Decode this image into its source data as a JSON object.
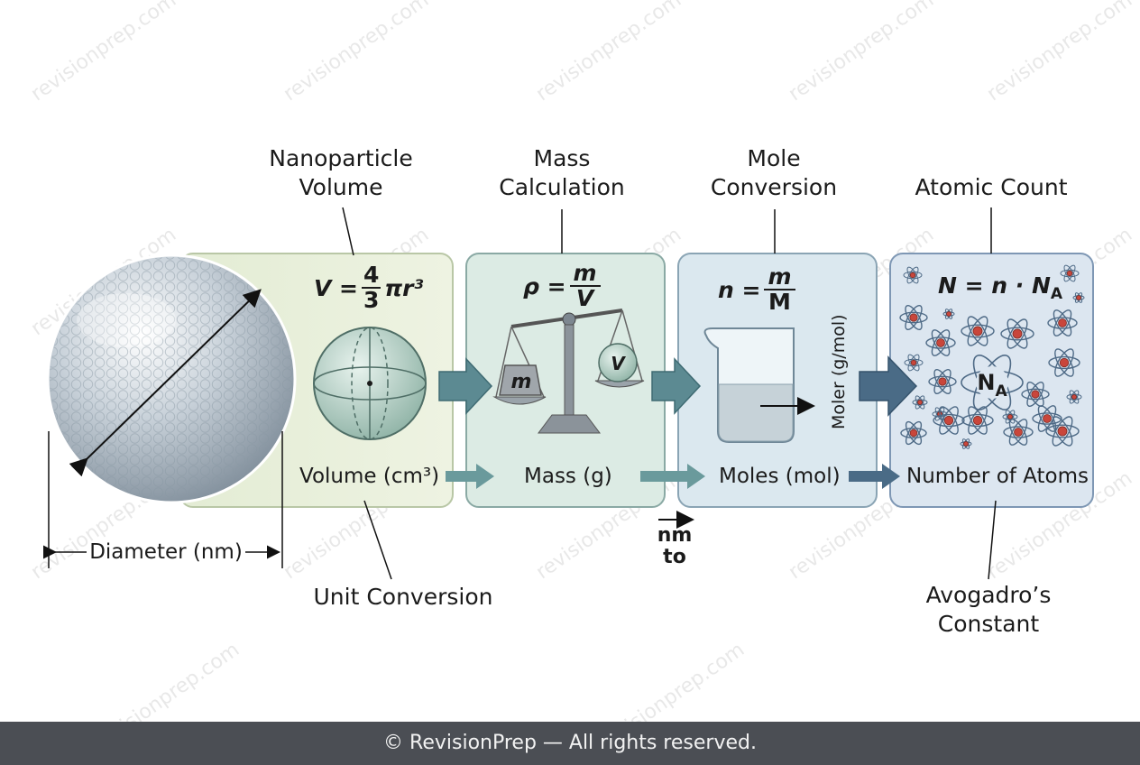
{
  "labels": {
    "volume_title": [
      "Nanoparticle",
      "Volume"
    ],
    "mass_title": [
      "Mass",
      "Calculation"
    ],
    "mole_title": [
      "Mole",
      "Conversion"
    ],
    "atomic_title": "Atomic Count",
    "unit_conversion": "Unit Conversion",
    "avogadro": [
      "Avogadro’s",
      "Constant"
    ],
    "diameter": "Diameter (nm)",
    "nm_to": [
      "nm",
      "to"
    ]
  },
  "flow": {
    "volume": "Volume (cm³)",
    "mass": "Mass (g)",
    "moles": "Moles (mol)",
    "atoms": "Number of Atoms"
  },
  "formulas": {
    "volume": {
      "lhs": "V = ",
      "num": "4",
      "den": "3",
      "rhs": "πr³"
    },
    "density": {
      "lhs": "ρ = ",
      "num": "m",
      "den": "V"
    },
    "moles": {
      "lhs": "n = ",
      "num": "m",
      "den": "M"
    },
    "atoms": "N = n · N",
    "atoms_sub": "A"
  },
  "scale": {
    "pan_left": "m",
    "pan_right": "V"
  },
  "beaker": {
    "side_label": "Moler (g/mol)"
  },
  "avogadro_center": {
    "symbol": "N",
    "sub": "A"
  },
  "watermark": "revisionprep.com",
  "footer": "© RevisionPrep — All rights reserved.",
  "colors": {
    "panel_volume": "#eaf1df",
    "panel_mass": "#dcebe4",
    "panel_mole": "#dbe8ef",
    "panel_atoms": "#dce6f0",
    "panel_border": "#7e9aa5",
    "arrow": "#5c8a92",
    "arrow_dark": "#4a6b86",
    "atom_nucleus": "#c9463b",
    "footer_bg": "#4b4e54"
  }
}
